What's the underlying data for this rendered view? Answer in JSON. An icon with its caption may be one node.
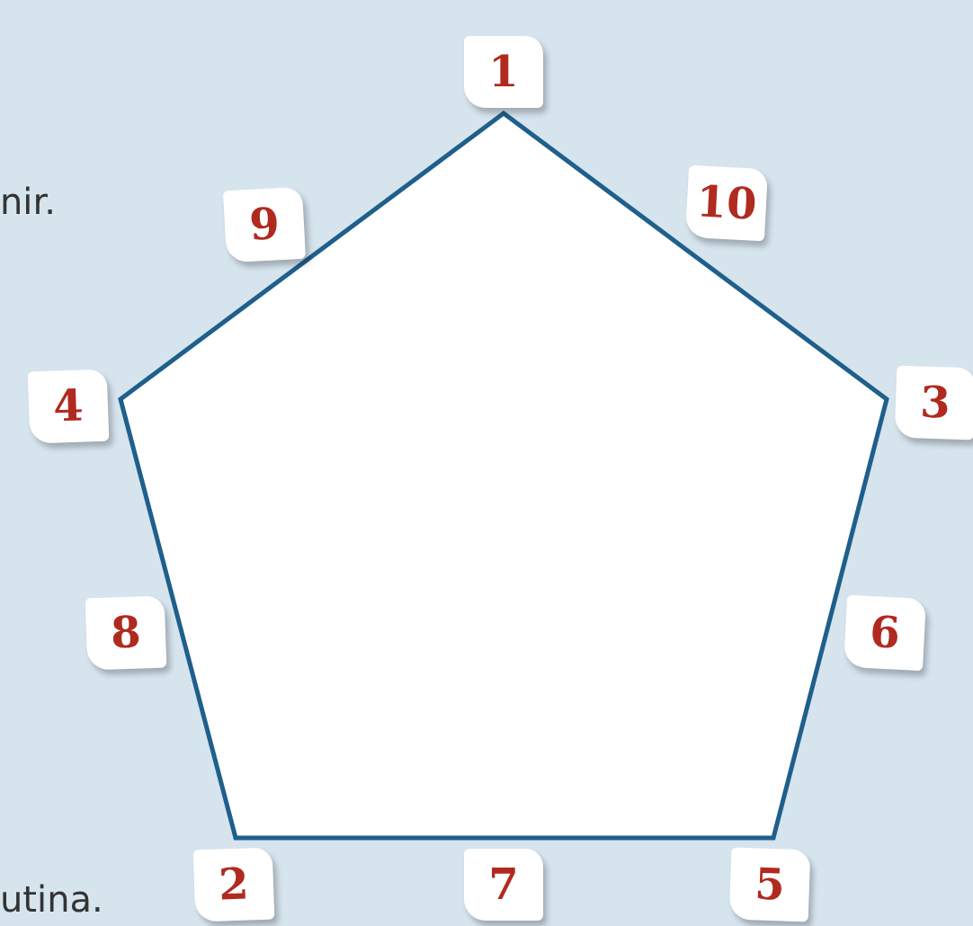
{
  "diagram": {
    "nodes": [
      {
        "text": [
          "1"
        ]
      },
      {
        "text": [
          "9"
        ]
      },
      {
        "text": [
          "10"
        ]
      },
      {
        "text": [
          "4"
        ]
      },
      {
        "text": [
          "3"
        ]
      },
      {
        "text": [
          "8"
        ]
      },
      {
        "text": [
          "6"
        ]
      },
      {
        "text": [
          "2"
        ]
      },
      {
        "text": [
          "7"
        ]
      },
      {
        "text": [
          "5"
        ]
      }
    ],
    "labels": [
      "nir.",
      "utina."
    ]
  }
}
